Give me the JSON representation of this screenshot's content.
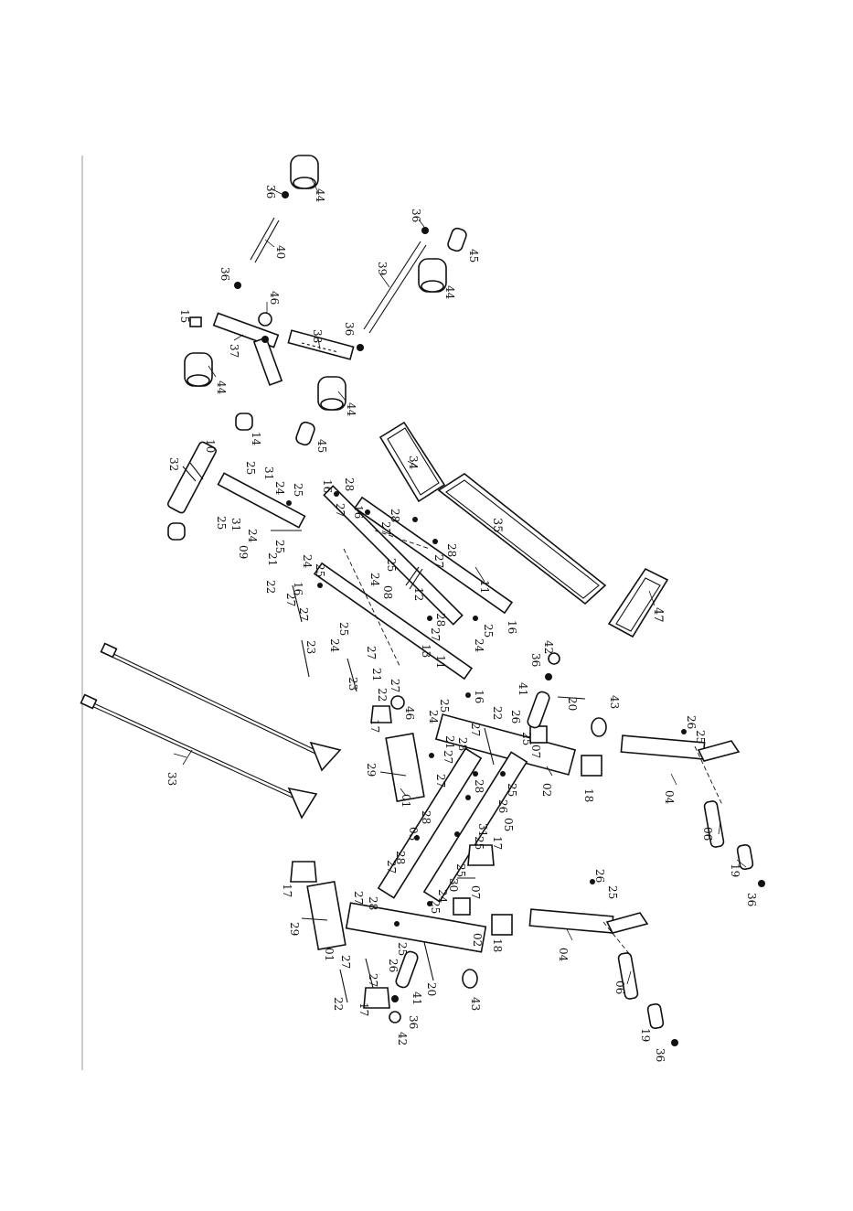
{
  "labels": {
    "p01": "01",
    "p02": "02",
    "p03": "03",
    "p04": "04",
    "p05": "05",
    "p06": "06",
    "p07": "07",
    "p08": "08",
    "p09": "09",
    "p10": "10",
    "p11": "11",
    "p12": "12",
    "p13": "13",
    "p14": "14",
    "p15": "15",
    "p16": "16",
    "p17": "17",
    "p18": "18",
    "p19": "19",
    "p20": "20",
    "p21": "21",
    "p22": "22",
    "p23": "23",
    "p24": "24",
    "p25": "25",
    "p26": "26",
    "p27": "27",
    "p28": "28",
    "p29": "29",
    "p30": "30",
    "p31": "31",
    "p32": "32",
    "p33": "33",
    "p34": "34",
    "p35": "35",
    "p36": "36",
    "p37": "37",
    "p38": "38",
    "p39": "39",
    "p40": "40",
    "p41": "41",
    "p42": "42",
    "p43": "43",
    "p44": "44",
    "p45": "45",
    "p46": "46",
    "p47": "47"
  }
}
